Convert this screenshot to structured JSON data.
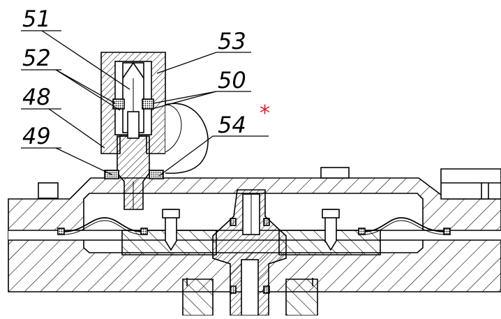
{
  "callouts": [
    {
      "id": "c51",
      "label": "51"
    },
    {
      "id": "c52",
      "label": "52"
    },
    {
      "id": "c48",
      "label": "48"
    },
    {
      "id": "c49",
      "label": "49"
    },
    {
      "id": "c53",
      "label": "53"
    },
    {
      "id": "c50",
      "label": "50"
    },
    {
      "id": "c54",
      "label": "54"
    }
  ],
  "marker": {
    "symbol": "*",
    "color": "#e0202a"
  },
  "colors": {
    "line": "#000000",
    "background": "#ffffff"
  }
}
